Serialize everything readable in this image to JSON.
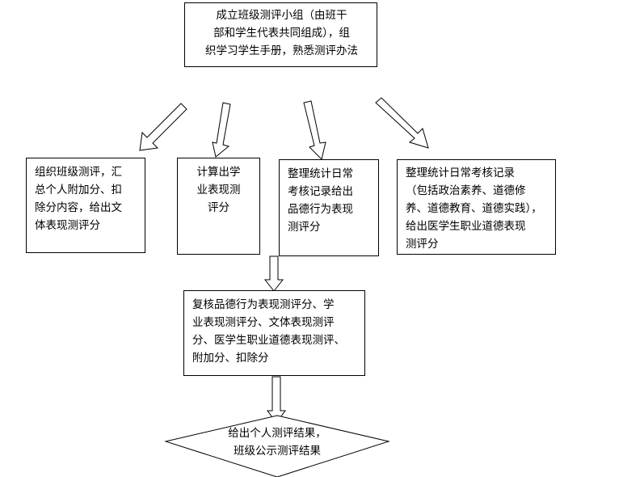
{
  "steps": {
    "top": "成立班级测评小组（由班干\n部和学生代表共同组成），组\n织学习学生手册，熟悉测评办法",
    "left": "组织班级测评，汇\n总个人附加分、扣\n除分内容，给出文\n体表现测评分",
    "middle": "计算出学\n业表现测\n评分",
    "middle_right": "整理统计日常\n考核记录给出\n品德行为表现\n测评分",
    "right": "整理统计日常考核记录\n（包括政治素养、道德修\n养、道德教育、道德实践），\n给出医学生职业道德表现\n测评分",
    "review": "复核品德行为表现测评分、学\n业表现测评分、文体表现测评\n分、医学生职业道德表现测评、\n附加分、扣除分",
    "result": "给出个人测评结果，\n班级公示测评结果"
  }
}
